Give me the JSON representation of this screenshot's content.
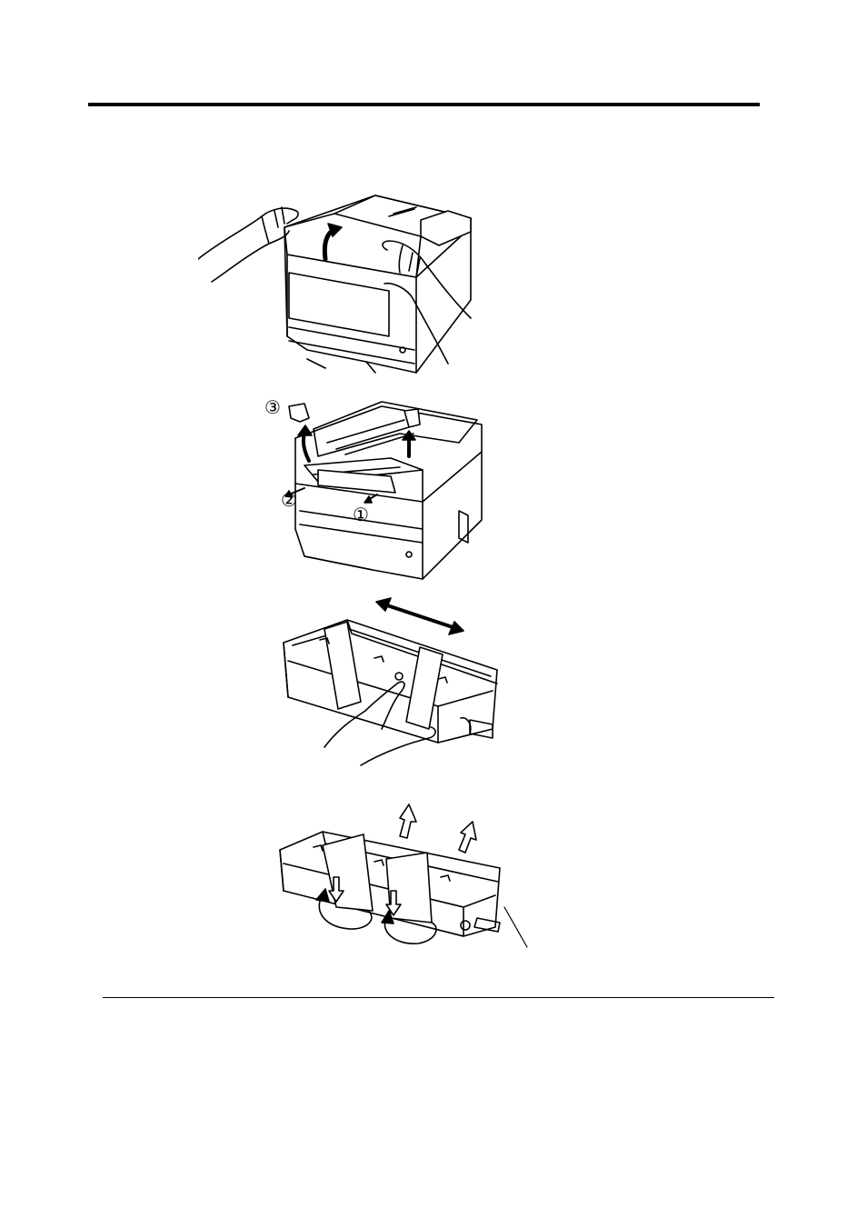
{
  "figures": {
    "fig2": {
      "labels": {
        "step1": "①",
        "step2": "②",
        "step3": "③"
      }
    }
  }
}
